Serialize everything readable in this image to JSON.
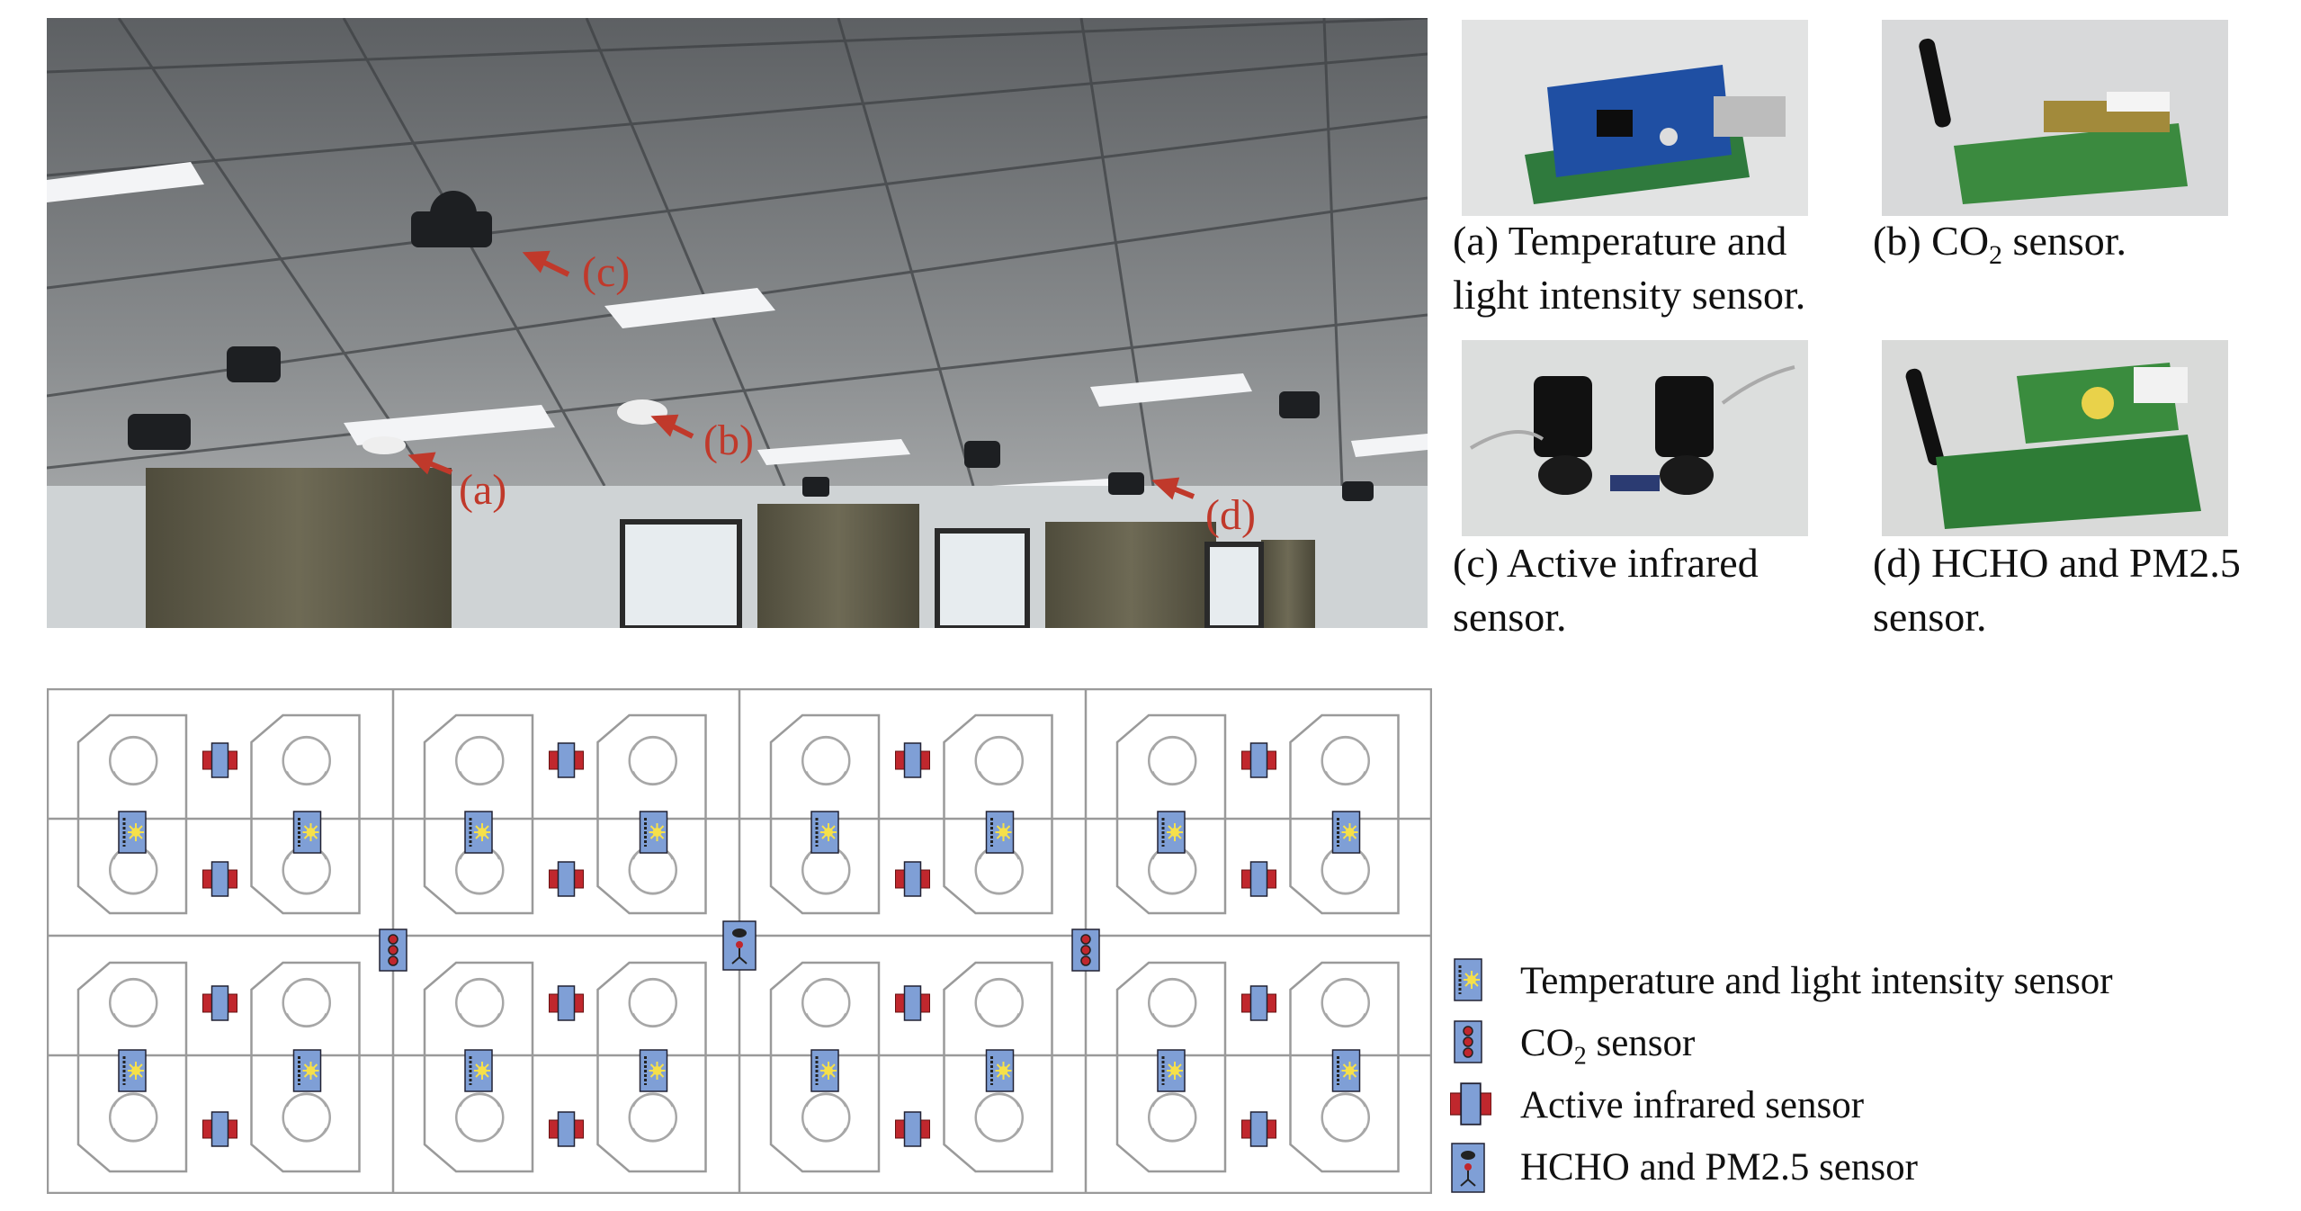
{
  "photo_markers": [
    {
      "key": "c",
      "label": "(c)"
    },
    {
      "key": "a",
      "label": "(a)"
    },
    {
      "key": "b",
      "label": "(b)"
    },
    {
      "key": "d",
      "label": "(d)"
    }
  ],
  "captions": {
    "a": {
      "line1": "(a)  Temperature and",
      "line2": "light intensity sensor."
    },
    "b": {
      "pre": "(b) CO",
      "sub": "2",
      "post": " sensor."
    },
    "c": {
      "line1": "(c) Active infrared",
      "line2": "sensor."
    },
    "d": {
      "line1": "(d) HCHO and PM2.5",
      "line2": "sensor."
    }
  },
  "legend": {
    "temp_light": "Temperature and light intensity sensor",
    "co2_pre": "CO",
    "co2_sub": "2",
    "co2_post": " sensor",
    "infrared": "Active infrared sensor",
    "hcho": "HCHO and PM2.5 sensor"
  },
  "colors": {
    "marker_red": "#c0392b",
    "sensor_blue": "#7f9fd6",
    "infrared_red": "#c0272d",
    "plan_line": "#9a9a9a"
  }
}
